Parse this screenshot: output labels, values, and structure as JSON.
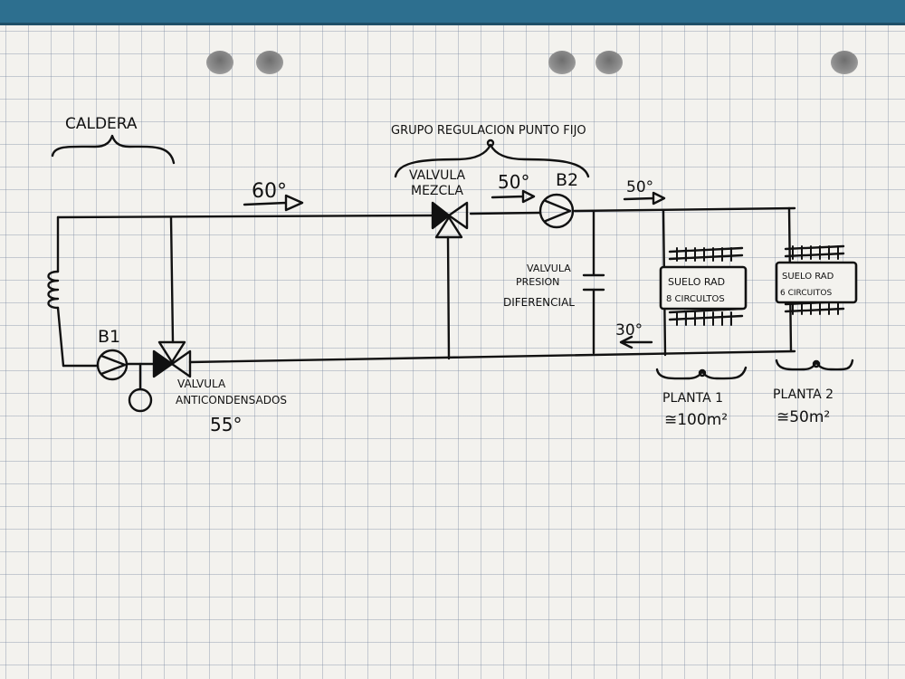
{
  "labels": {
    "caldera": "CALDERA",
    "grupo": "GRUPO REGULACION PUNTO FIJO",
    "valvula_mezcla_1": "VALVULA",
    "valvula_mezcla_2": "MEZCLA",
    "temp_supply": "60°",
    "temp_mixed": "50°",
    "temp_out": "50°",
    "pump_b2": "B2",
    "pump_b1": "B1",
    "valvula_presion_1": "VALVULA",
    "valvula_presion_2": "PRESION",
    "diferencial": "DIFERENCIAL",
    "temp_return": "30°",
    "suelo_rad1_1": "SUELO RAD",
    "suelo_rad1_2": "8 CIRCULTOS",
    "suelo_rad2_1": "SUELO RAD",
    "suelo_rad2_2": "6 CIRCUITOS",
    "anticond_1": "VALVULA",
    "anticond_2": "ANTICONDENSADOS",
    "anticond_temp": "55°",
    "planta1_name": "PLANTA 1",
    "planta1_area": "≅100m²",
    "planta2_name": "PLANTA 2",
    "planta2_area": "≅50m²"
  },
  "colors": {
    "ink": "#111111",
    "grid": "#8d9bb0",
    "paper": "#f3f2ee",
    "binder": "#2d6f8f"
  }
}
